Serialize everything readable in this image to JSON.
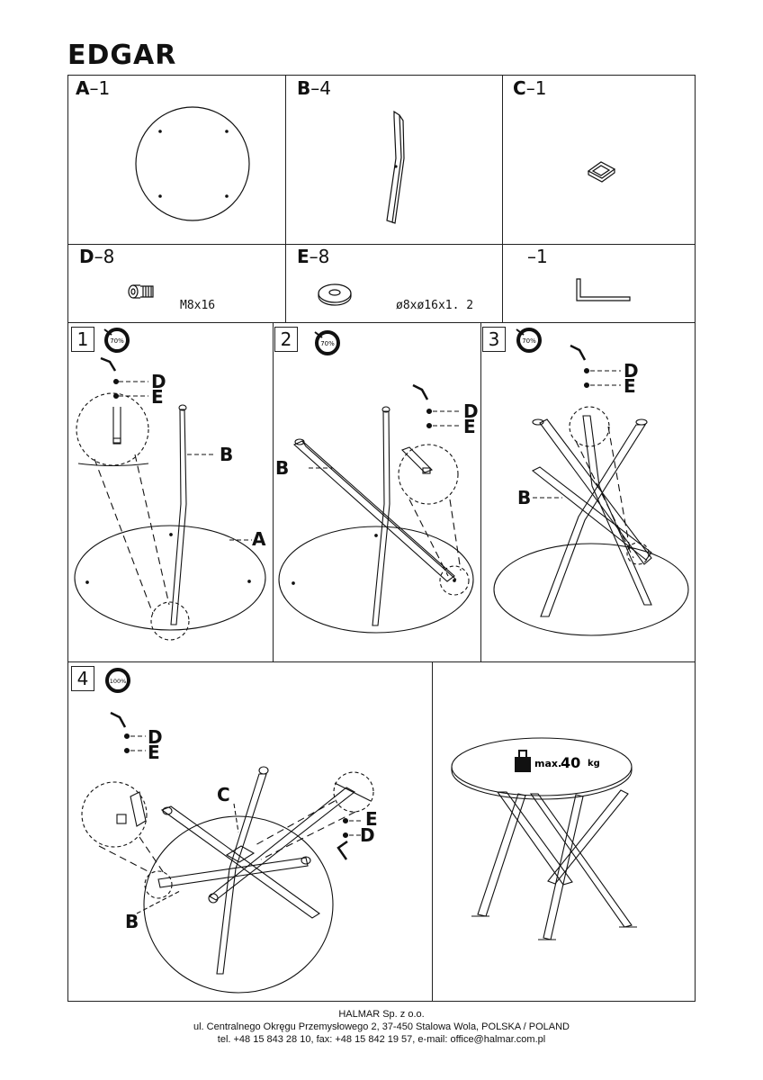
{
  "title": "EDGAR",
  "parts": [
    {
      "letter": "A",
      "qty": "–1"
    },
    {
      "letter": "B",
      "qty": "–4"
    },
    {
      "letter": "C",
      "qty": "–1"
    },
    {
      "letter": "D",
      "qty": "–8",
      "spec": "M8x16"
    },
    {
      "letter": "E",
      "qty": "–8",
      "spec": "ø8xø16x1. 2"
    },
    {
      "letter": "",
      "qty": "–1"
    }
  ],
  "steps": [
    {
      "number": "1",
      "torque": "70%"
    },
    {
      "number": "2",
      "torque": "70%"
    },
    {
      "number": "3",
      "torque": "70%"
    },
    {
      "number": "4",
      "torque": "100%"
    }
  ],
  "callouts": {
    "a": "A",
    "b": "B",
    "c": "C",
    "d": "D",
    "e": "E"
  },
  "load": {
    "prefix": "max.",
    "value": "40",
    "unit": "kg"
  },
  "footer": {
    "company": "HALMAR Sp. z o.o.",
    "address": "ul. Centralnego Okręgu Przemysłowego 2, 37-450 Stalowa Wola, POLSKA / POLAND",
    "contact": "tel. +48 15 843 28 10, fax: +48 15 842 19 57, e-mail: office@halmar.com.pl"
  }
}
